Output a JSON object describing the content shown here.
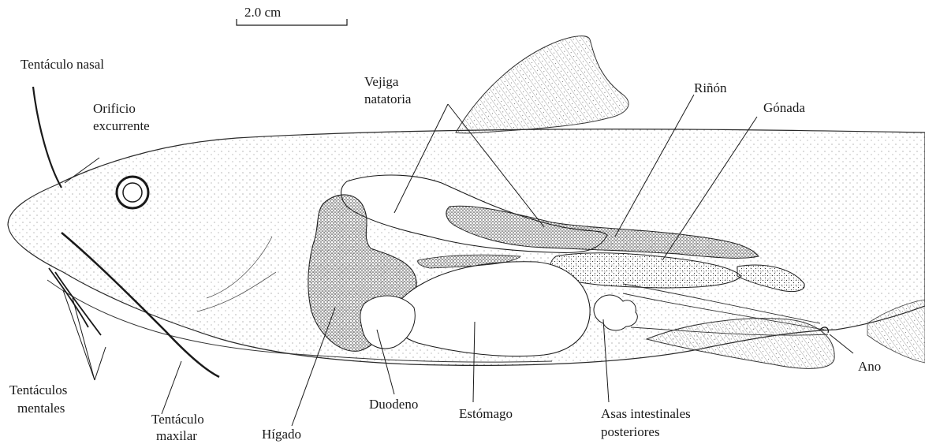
{
  "scale_bar": {
    "label": "2.0 cm"
  },
  "labels": {
    "tentaculo_nasal": "Tentáculo nasal",
    "orificio_1": "Orificio",
    "orificio_2": "excurrente",
    "vejiga_1": "Vejiga",
    "vejiga_2": "natatoria",
    "rinon": "Riñón",
    "gonada": "Gónada",
    "ano": "Ano",
    "mentales_1": "Tentáculos",
    "mentales_2": "mentales",
    "maxilar_1": "Tentáculo",
    "maxilar_2": "maxilar",
    "higado": "Hígado",
    "duodeno": "Duodeno",
    "estomago": "Estómago",
    "asas_1": "Asas intestinales",
    "asas_2": "posteriores"
  },
  "colors": {
    "ink": "#1a1a1a",
    "stipple": "#444444",
    "paper": "#ffffff"
  }
}
